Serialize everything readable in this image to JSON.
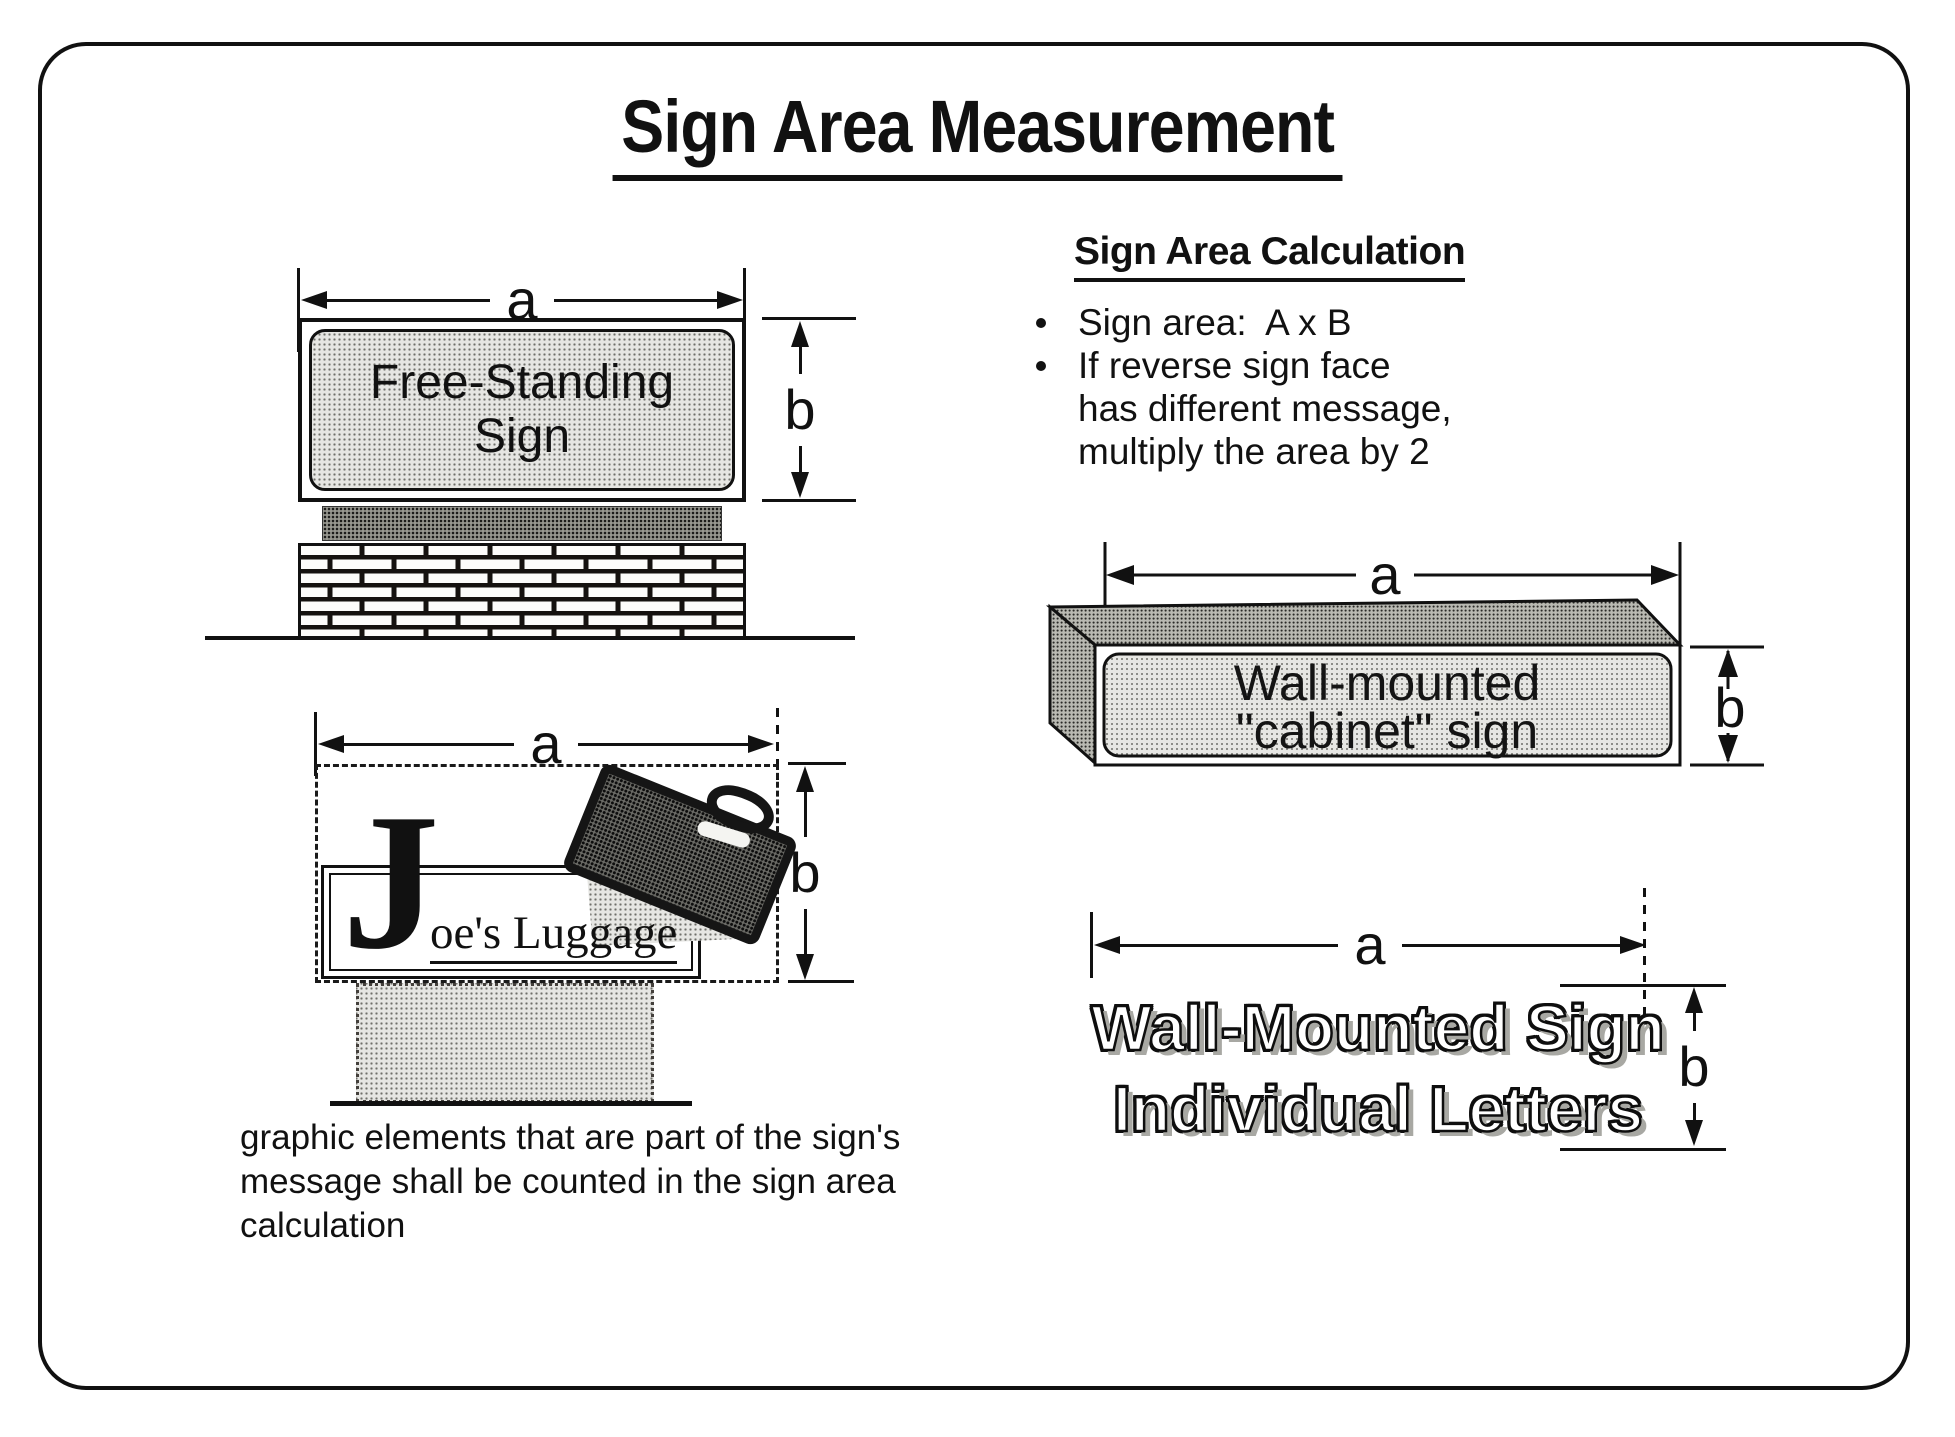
{
  "title": "Sign Area Measurement",
  "calculation": {
    "heading": "Sign Area Calculation",
    "bullet1": "Sign area:  A x B",
    "bullet2": [
      "If reverse sign face",
      "has different message,",
      "multiply the area by 2"
    ]
  },
  "free_standing_sign": {
    "dim_a": "a",
    "dim_b": "b",
    "lines": [
      "Free-Standing",
      "Sign"
    ]
  },
  "cabinet_sign": {
    "dim_a": "a",
    "dim_b": "b",
    "lines": [
      "Wall-mounted",
      "\"cabinet\" sign"
    ]
  },
  "joes_sign": {
    "dim_a": "a",
    "dim_b": "b",
    "initial": "J",
    "name_rest": "oe's Luggage",
    "caption_lines": [
      "graphic elements that are part of the sign's",
      "message shall be counted in the sign area",
      "calculation"
    ]
  },
  "individual_letters_sign": {
    "dim_a": "a",
    "dim_b": "b",
    "lines": [
      "Wall-Mounted Sign",
      "Individual Letters"
    ]
  },
  "colors": {
    "ink": "#111111",
    "paper": "#ffffff",
    "stipple_light": "#e6e6e3",
    "stipple_dark": "#97978f",
    "suitcase_gray": "#6b6b66",
    "shadow_gray": "#a8a8a3"
  }
}
